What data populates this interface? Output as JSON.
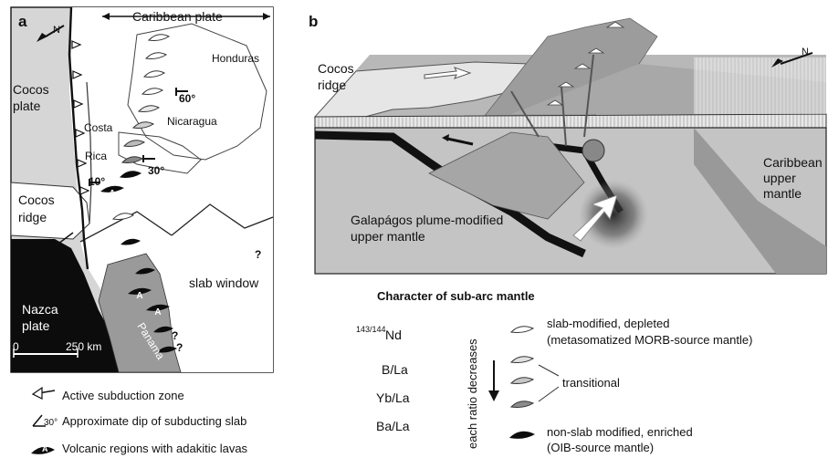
{
  "panel_a": {
    "label": "a",
    "north": "N",
    "caribbean_plate": "Caribbean plate",
    "honduras": "Honduras",
    "nicaragua": "Nicaragua",
    "costa": "Costa",
    "rica": "Rica",
    "cocos_plate_1": "Cocos",
    "cocos_plate_2": "plate",
    "cocos_ridge_1": "Cocos",
    "cocos_ridge_2": "ridge",
    "dip_60": "60°",
    "dip_30": "30°",
    "dip_10": "10°",
    "slab_window": "slab window",
    "question": "?",
    "panama": "Panama",
    "nazca_1": "Nazca",
    "nazca_2": "plate",
    "scale_zero": "0",
    "scale_km": "250 km",
    "adakite_letter": "A"
  },
  "panel_b": {
    "label": "b",
    "north": "N",
    "cocos_ridge_1": "Cocos",
    "cocos_ridge_2": "ridge",
    "caribbean_1": "Caribbean",
    "caribbean_2": "upper",
    "caribbean_3": "mantle",
    "galapagos_1": "Galapágos plume-modified",
    "galapagos_2": "upper mantle"
  },
  "legend": {
    "active_subduction": "Active subduction zone",
    "dip_prefix": "30°",
    "dip_text": "Approximate dip of subducting slab",
    "adakitic": "Volcanic regions with adakitic lavas",
    "adakite_letter": "A"
  },
  "mantle_legend": {
    "title": "Character of sub-arc mantle",
    "nd_sup": "143/144",
    "nd": "Nd",
    "b_la": "B/La",
    "yb_la": "Yb/La",
    "ba_la": "Ba/La",
    "ratio_axis": "each ratio decreases",
    "depleted_1": "slab-modified, depleted",
    "depleted_2": "(metasomatized MORB-source mantle)",
    "transitional": "transitional",
    "enriched_1": "non-slab modified, enriched",
    "enriched_2": "(OIB-source mantle)"
  }
}
